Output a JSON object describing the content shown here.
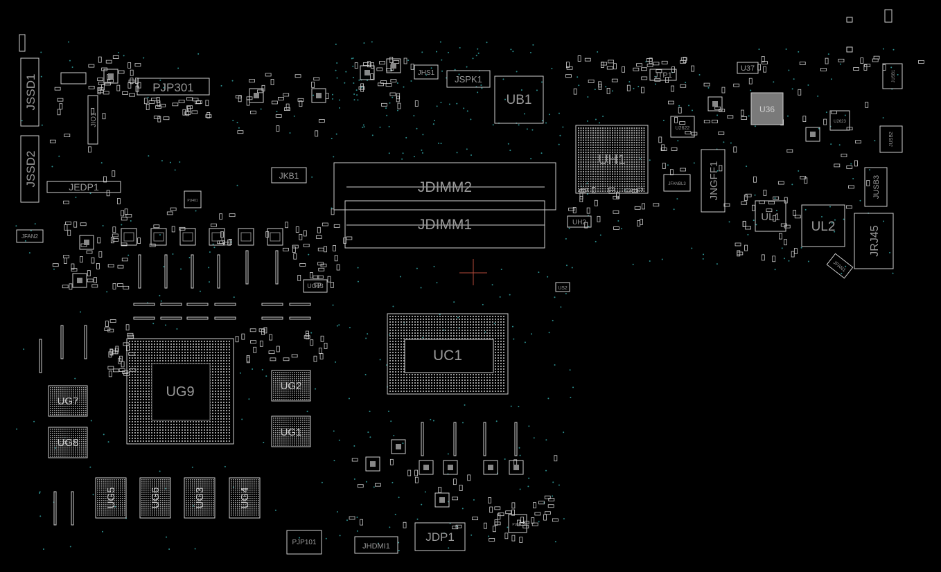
{
  "board": {
    "background": "#000000",
    "outline_color": "#cfcfcf",
    "label_color": "#9a9a9a",
    "via_color": "#2c8e8e",
    "marker_color": "#b34a3a"
  },
  "labels": {
    "jssd1": "JSSD1",
    "jssd2": "JSSD2",
    "jedp1": "JEDP1",
    "jfan2": "JFAN2",
    "pjp301": "PJP301",
    "jio1": "JIO1",
    "jkb1": "JKB1",
    "jhs1": "JHS1",
    "jspk1": "JSPK1",
    "ub1": "UB1",
    "jdimm2": "JDIMM2",
    "jdimm1": "JDIMM1",
    "uh1": "UH1",
    "uh2": "UH2",
    "jtp1": "JTP1",
    "u37": "U37",
    "u36": "U36",
    "jngff1": "JNGFF1",
    "jusb1": "JUSB1",
    "jusb2": "JUSB2",
    "jusb3": "JUSB3",
    "ul1": "UL1",
    "ul2": "UL2",
    "jrj45": "JRJ45",
    "jfan1": "JFAN1",
    "ug13": "UG13",
    "us2": "US2",
    "uc1": "UC1",
    "ug9": "UG9",
    "ug2": "UG2",
    "ug1": "UG1",
    "ug7": "UG7",
    "ug8": "UG8",
    "ug5": "UG5",
    "ug6": "UG6",
    "ug3": "UG3",
    "ug4": "UG4",
    "pjp101": "PJP101",
    "jhdmi1": "JHDMI1",
    "jdp1": "JDP1",
    "u2622": "U2622",
    "u2623": "U2623",
    "jfanbl3": "JFANBL3",
    "pu601": "PU601",
    "pu401": "PU401"
  }
}
